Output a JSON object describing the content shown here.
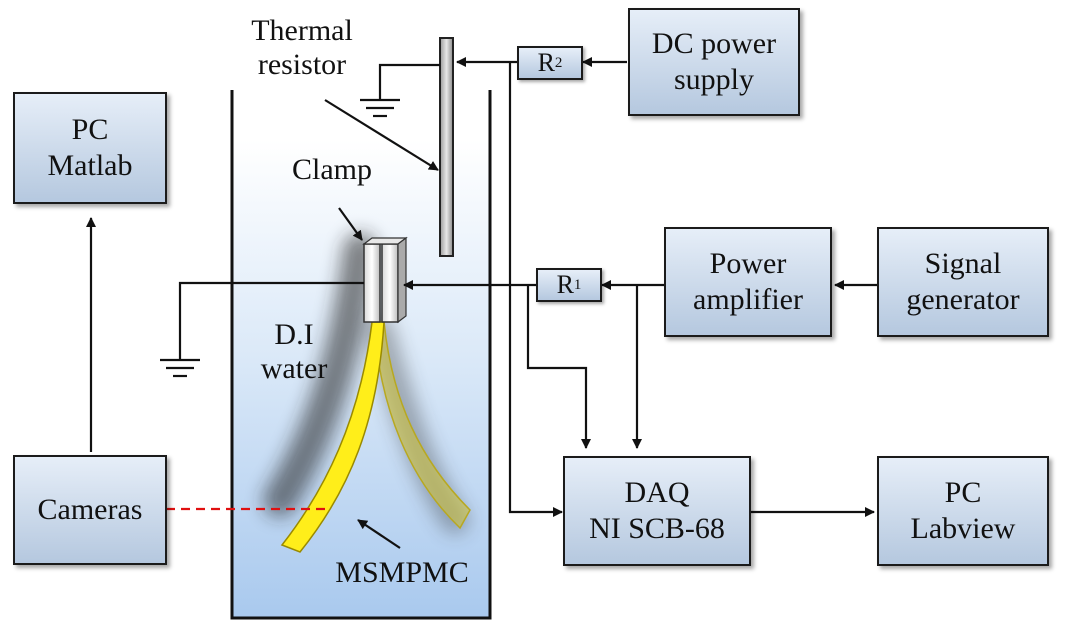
{
  "labels": {
    "pc_matlab": [
      "PC",
      "Matlab"
    ],
    "cameras": "Cameras",
    "dc_power_supply": [
      "DC power",
      "supply"
    ],
    "power_amplifier": [
      "Power",
      "amplifier"
    ],
    "signal_generator": [
      "Signal",
      "generator"
    ],
    "daq": [
      "DAQ",
      "NI SCB-68"
    ],
    "pc_labview": [
      "PC",
      "Labview"
    ],
    "r1": {
      "main": "R",
      "sub": "1"
    },
    "r2": {
      "main": "R",
      "sub": "2"
    },
    "thermal_resistor": [
      "Thermal",
      "resistor"
    ],
    "clamp": "Clamp",
    "di_water": [
      "D.I",
      "water"
    ],
    "msmpmc": "MSMPMC"
  },
  "colors": {
    "box_fill": "#c5d5e8",
    "water": "#bcd6f2",
    "specimen": "#ffee1a",
    "laser_line": "#e01010",
    "wire": "#111111"
  }
}
